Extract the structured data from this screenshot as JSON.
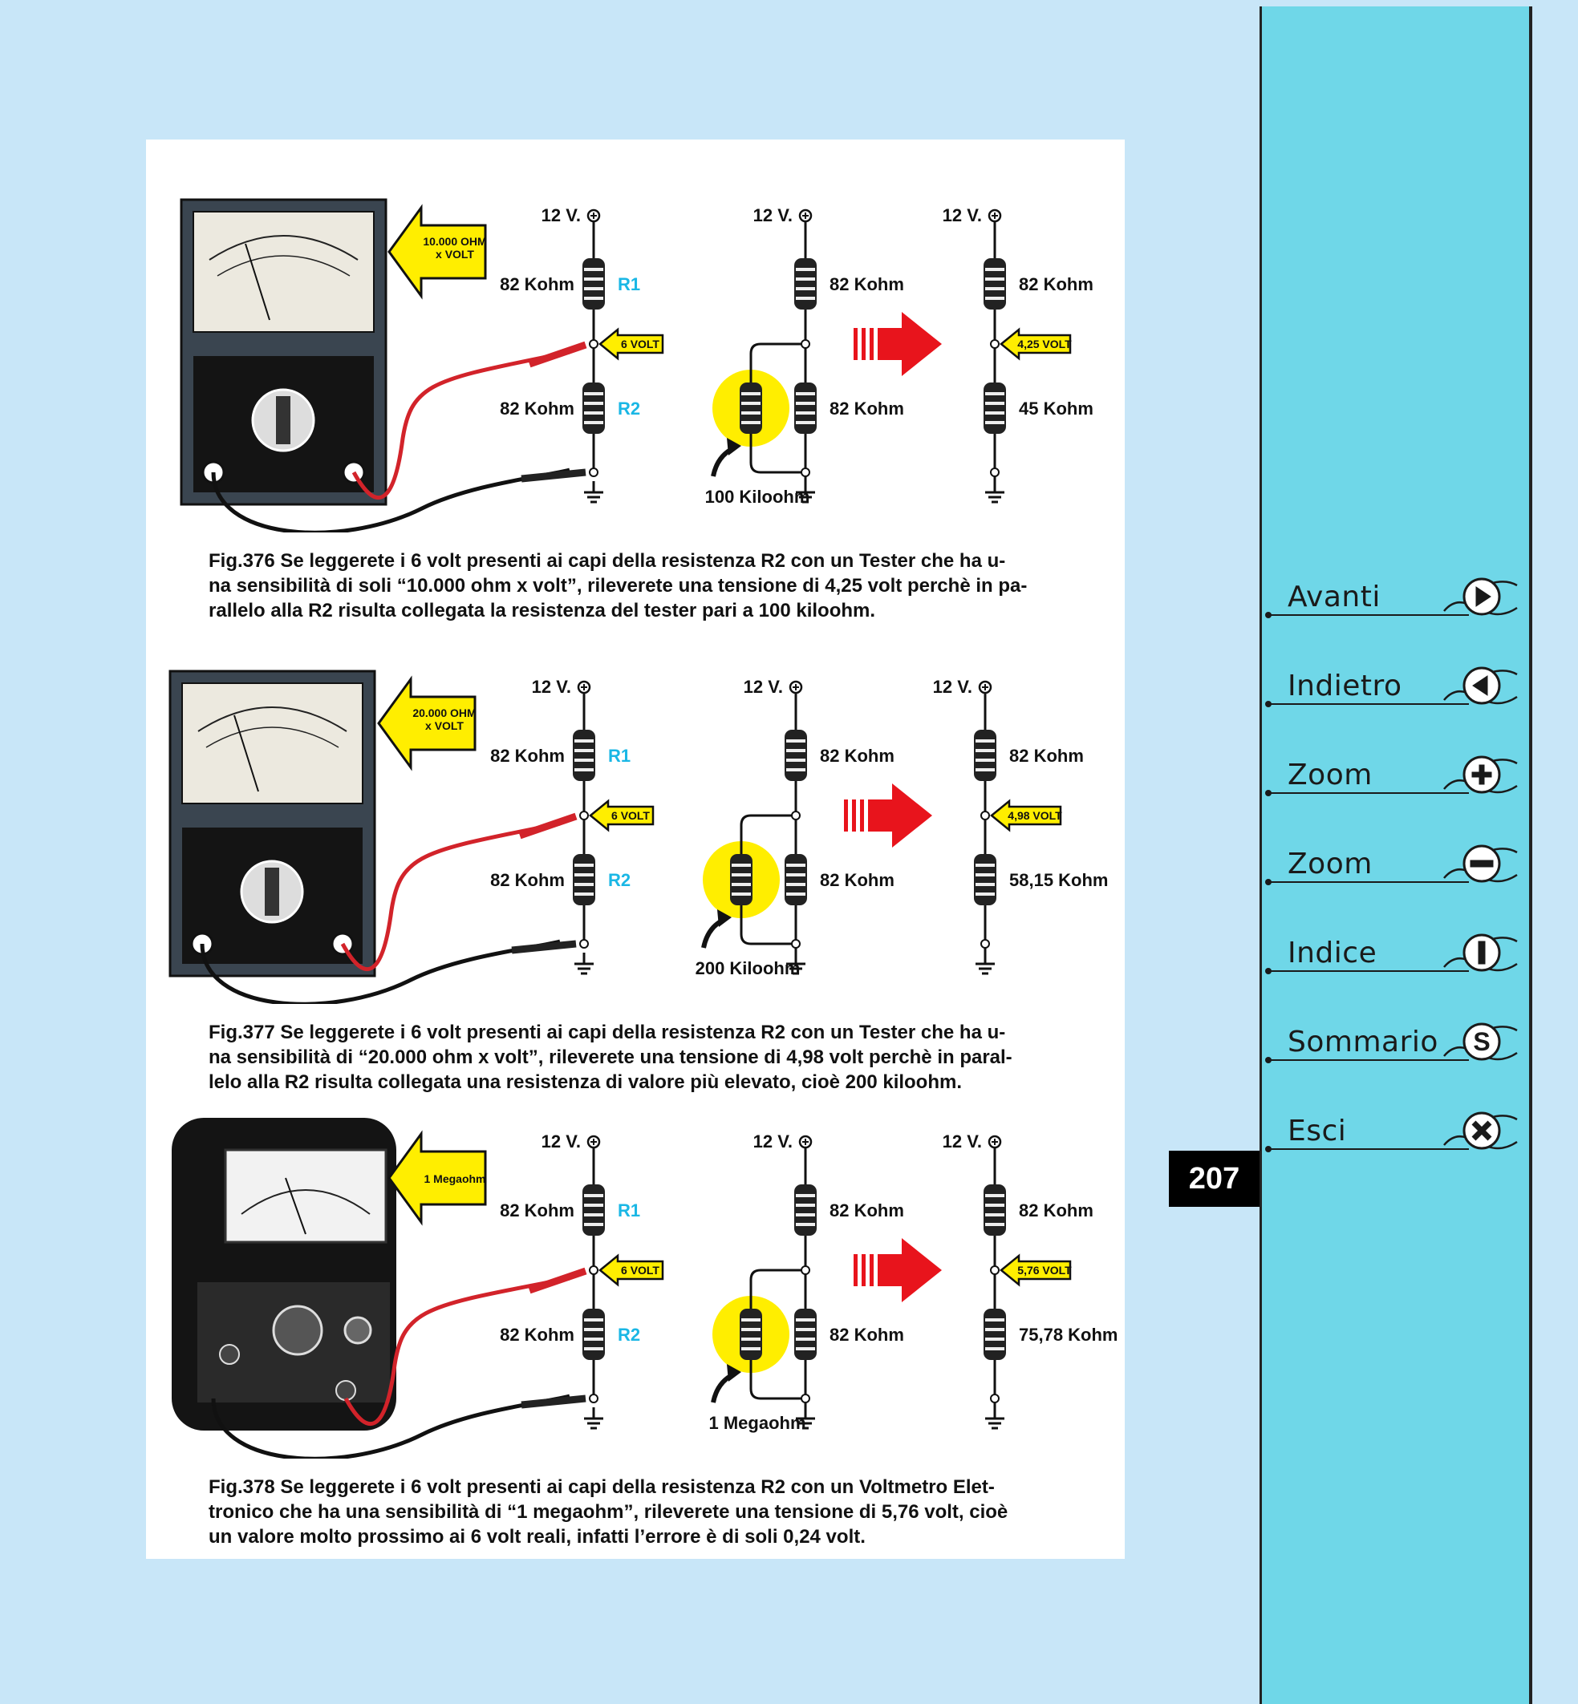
{
  "page_number": "207",
  "nav": [
    {
      "label": "Avanti",
      "icon": "play-right-icon"
    },
    {
      "label": "Indietro",
      "icon": "play-left-icon"
    },
    {
      "label": "Zoom",
      "icon": "zoom-in-icon"
    },
    {
      "label": "Zoom",
      "icon": "zoom-out-icon"
    },
    {
      "label": "Indice",
      "icon": "index-icon"
    },
    {
      "label": "Sommario",
      "icon": "summary-icon"
    },
    {
      "label": "Esci",
      "icon": "exit-icon"
    }
  ],
  "figures": [
    {
      "sensitivity": [
        "10.000 OHM",
        "x VOLT"
      ],
      "meter_type": "tester",
      "supply": "12 V.",
      "r1_value": "82 Kohm",
      "r1_name": "R1",
      "r2_value": "82 Kohm",
      "r2_name": "R2",
      "midpoint_voltage": "6 VOLT",
      "tester_resistance": "100 Kiloohm",
      "equivalent_r2": "45 Kohm",
      "measured_voltage": "4,25 VOLT",
      "caption": [
        "Fig.376 Se leggerete i 6 volt presenti ai capi della resistenza R2 con un Tester che ha u-",
        "na sensibilità di soli “10.000 ohm x volt”, rileverete una tensione di 4,25 volt perchè in pa-",
        "rallelo alla R2 risulta collegata la resistenza del tester pari a 100 kiloohm."
      ]
    },
    {
      "sensitivity": [
        "20.000 OHM",
        "x VOLT"
      ],
      "meter_type": "tester",
      "supply": "12 V.",
      "r1_value": "82 Kohm",
      "r1_name": "R1",
      "r2_value": "82 Kohm",
      "r2_name": "R2",
      "midpoint_voltage": "6 VOLT",
      "tester_resistance": "200 Kiloohm",
      "equivalent_r2": "58,15 Kohm",
      "measured_voltage": "4,98 VOLT",
      "caption": [
        "Fig.377 Se leggerete i 6 volt presenti ai capi della resistenza R2 con un Tester che ha u-",
        "na sensibilità di “20.000 ohm x volt”, rileverete una tensione di 4,98 volt perchè in paral-",
        "lelo alla R2 risulta collegata una resistenza di valore più elevato, cioè 200 kiloohm."
      ]
    },
    {
      "sensitivity": [
        "1 Megaohm"
      ],
      "meter_type": "voltmeter",
      "supply": "12 V.",
      "r1_value": "82 Kohm",
      "r1_name": "R1",
      "r2_value": "82 Kohm",
      "r2_name": "R2",
      "midpoint_voltage": "6 VOLT",
      "tester_resistance": "1 Megaohm",
      "equivalent_r2": "75,78 Kohm",
      "measured_voltage": "5,76 VOLT",
      "caption": [
        "Fig.378 Se leggerete i 6 volt presenti ai capi della resistenza R2 con un Voltmetro Elet-",
        "tronico che ha una sensibilità di “1 megaohm”, rileverete una tensione di 5,76 volt, cioè",
        "un valore molto prossimo ai  6 volt reali, infatti l’errore è di soli 0,24 volt."
      ]
    }
  ],
  "colors": {
    "background": "#c8e6f8",
    "sidebar": "#6fd7e8",
    "highlight_yellow": "#ffee00",
    "arrow_red": "#e8141c",
    "label_cyan": "#1ab7e5",
    "probe_red": "#d2232a"
  }
}
